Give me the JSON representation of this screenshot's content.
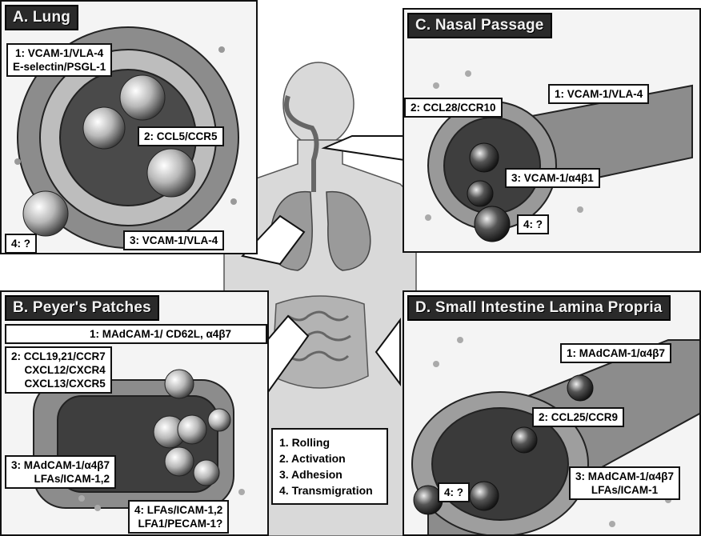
{
  "panels": {
    "lung": {
      "title": "A. Lung",
      "labels": {
        "step1_line1": "1: VCAM-1/VLA-4",
        "step1_line2": "E-selectin/PSGL-1",
        "step2": "2: CCL5/CCR5",
        "step3": "3: VCAM-1/VLA-4",
        "step4": "4: ?"
      }
    },
    "peyers": {
      "title": "B. Peyer's Patches",
      "labels": {
        "step1": "1: MAdCAM-1/ CD62L, α4β7",
        "step2_line1": "2: CCL19,21/CCR7",
        "step2_line2": "CXCL12/CXCR4",
        "step2_line3": "CXCL13/CXCR5",
        "step3_line1": "3: MAdCAM-1/α4β7",
        "step3_line2": "LFAs/ICAM-1,2",
        "step4_line1": "4: LFAs/ICAM-1,2",
        "step4_line2": "LFA1/PECAM-1?"
      }
    },
    "nasal": {
      "title": "C. Nasal Passage",
      "labels": {
        "step1": "1: VCAM-1/VLA-4",
        "step2": "2: CCL28/CCR10",
        "step3": "3: VCAM-1/α4β1",
        "step4": "4: ?"
      }
    },
    "intestine": {
      "title": "D. Small Intestine Lamina Propria",
      "labels": {
        "step1": "1: MAdCAM-1/α4β7",
        "step2": "2: CCL25/CCR9",
        "step3_line1": "3: MAdCAM-1/α4β7",
        "step3_line2": "LFAs/ICAM-1",
        "step4": "4: ?"
      }
    }
  },
  "legend": {
    "items": [
      "1. Rolling",
      "2. Activation",
      "3. Adhesion",
      "4. Transmigration"
    ]
  }
}
